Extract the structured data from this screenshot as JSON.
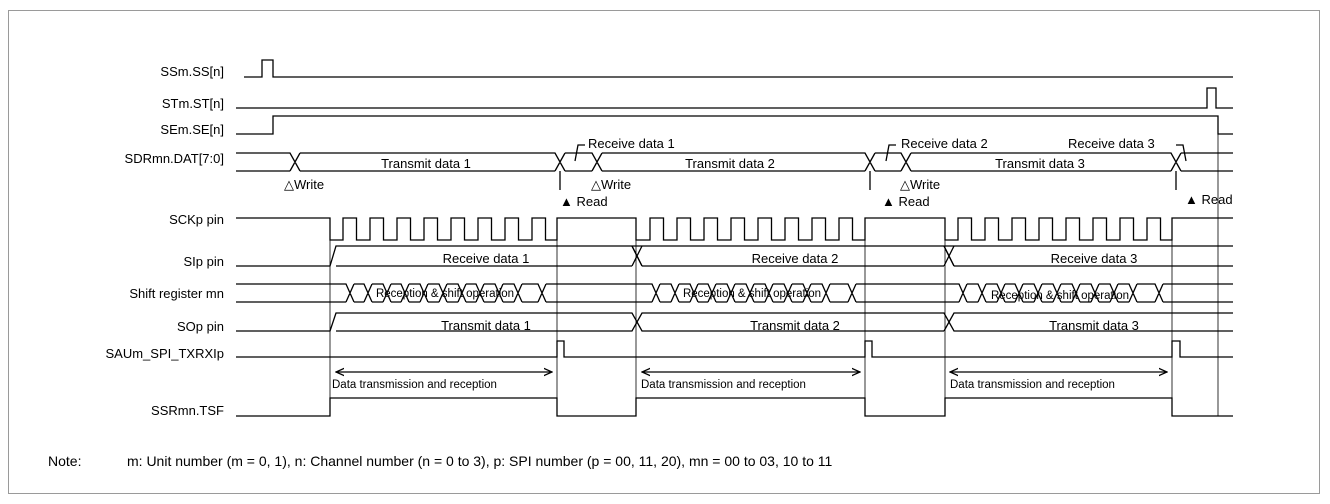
{
  "signals": [
    "SSm.SS[n]",
    "STm.ST[n]",
    "SEm.SE[n]",
    "SDRmn.DAT[7:0]",
    "SCKp pin",
    "SIp pin",
    "Shift register mn",
    "SOp pin",
    "SAUm_SPI_TXRXIp",
    "SSRmn.TSF"
  ],
  "transmit_data": [
    "Transmit data 1",
    "Transmit data 2",
    "Transmit data 3"
  ],
  "receive_data": [
    "Receive data 1",
    "Receive data 2",
    "Receive data 3"
  ],
  "shift_operation": "Reception & shift operation",
  "write_marker": "△Write",
  "read_marker": "▲ Read",
  "phase_label": "Data transmission and reception",
  "note": {
    "prefix": "Note:",
    "text": "m: Unit number (m = 0, 1), n: Channel number (n = 0 to 3), p: SPI number (p = 00, 11, 20), mn = 00 to 03, 10 to 11"
  }
}
